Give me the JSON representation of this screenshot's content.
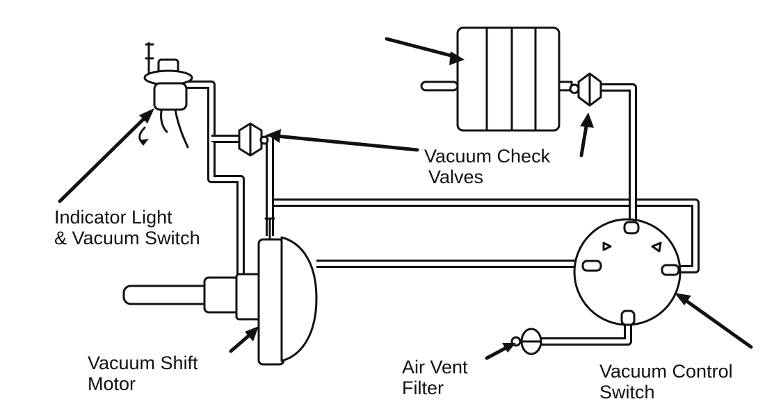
{
  "labels": {
    "indicator_light_line1": "Indicator Light",
    "indicator_light_line2": "& Vacuum Switch",
    "vacuum_check_line1": "Vacuum Check",
    "vacuum_check_line2": "Valves",
    "vacuum_shift_line1": "Vacuum Shift",
    "vacuum_shift_line2": "Motor",
    "air_vent_line1": "Air Vent",
    "air_vent_line2": "Filter",
    "vacuum_control_line1": "Vacuum Control",
    "vacuum_control_line2": "Switch"
  },
  "colors": {
    "ink": "#111111",
    "paper": "#ffffff"
  }
}
